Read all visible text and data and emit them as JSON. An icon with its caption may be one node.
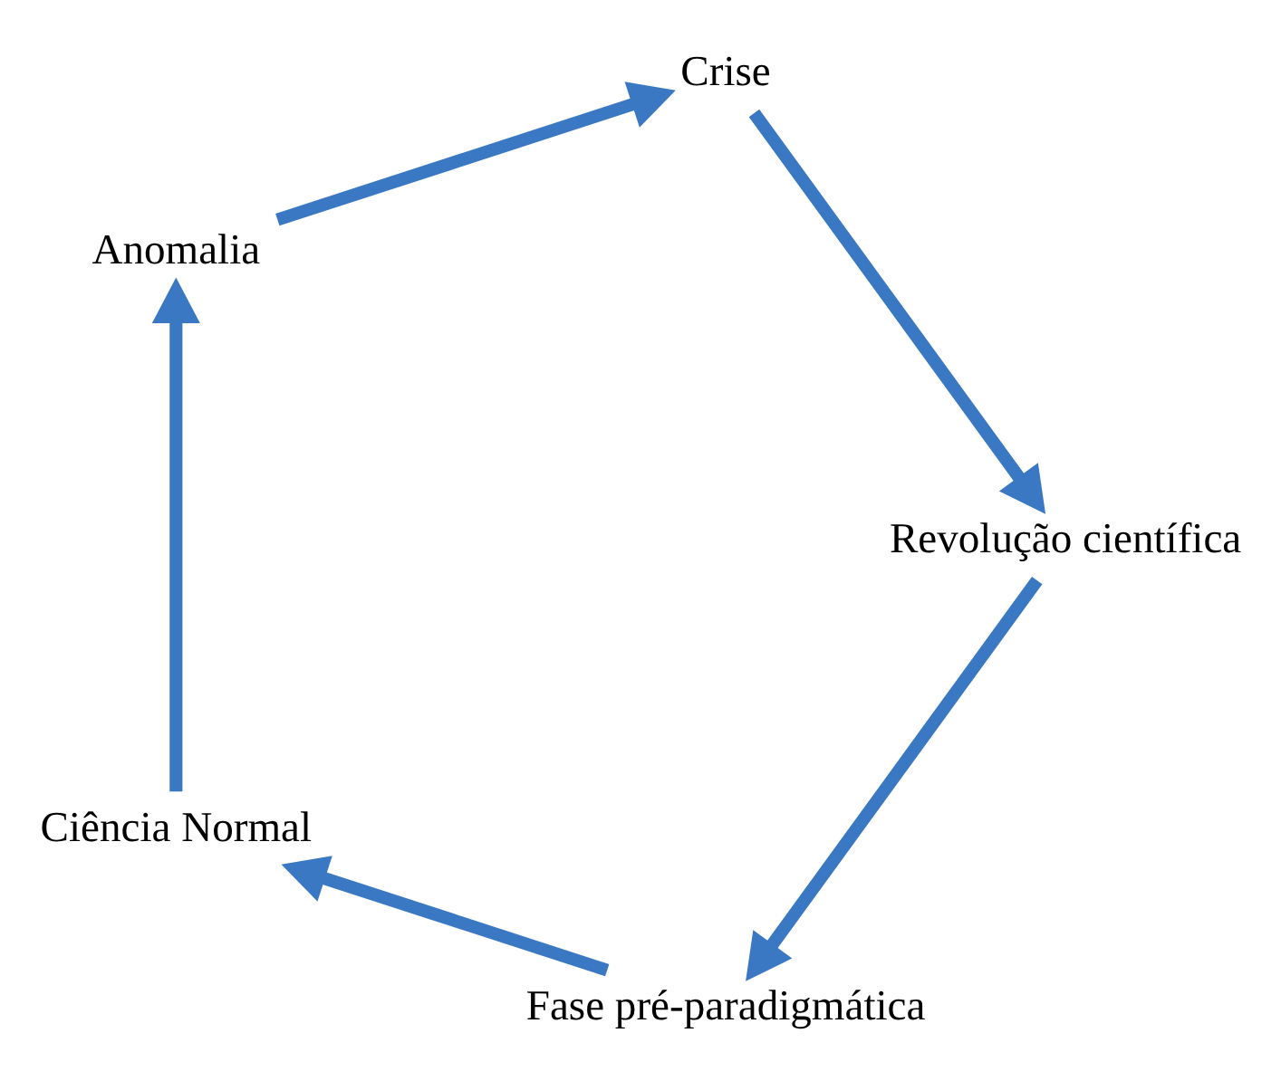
{
  "diagram": {
    "nodes": [
      {
        "text": [
          "Fase pré-paradigmática"
        ]
      },
      {
        "text": [
          "Ciência Normal"
        ]
      },
      {
        "text": [
          "Anomalia"
        ]
      },
      {
        "text": [
          "Crise"
        ]
      },
      {
        "text": [
          "Revolução científica"
        ]
      }
    ],
    "edges": [
      {
        "from": 0,
        "to": 1,
        "arrow": "to"
      },
      {
        "from": 1,
        "to": 2,
        "arrow": "to"
      },
      {
        "from": 2,
        "to": 3,
        "arrow": "to"
      },
      {
        "from": 3,
        "to": 4,
        "arrow": "to"
      },
      {
        "from": 4,
        "to": 0,
        "arrow": "to"
      }
    ]
  }
}
